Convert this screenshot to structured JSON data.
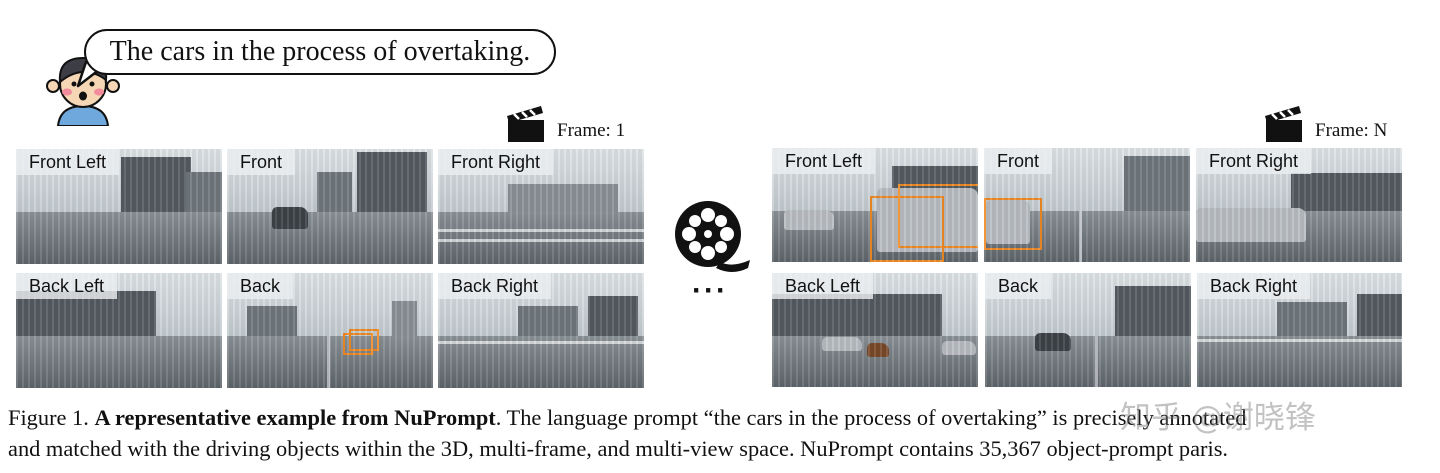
{
  "speech_bubble": "The cars in the process of overtaking.",
  "frames": [
    {
      "label": "Frame: 1",
      "views": [
        "Front Left",
        "Front",
        "Front Right",
        "Back Left",
        "Back",
        "Back Right"
      ]
    },
    {
      "label": "Frame: N",
      "views": [
        "Front Left",
        "Front",
        "Front Right",
        "Back Left",
        "Back",
        "Back Right"
      ]
    }
  ],
  "ellipsis": "···",
  "caption": {
    "prefix": "Figure 1. ",
    "bold": "A representative example from NuPrompt",
    "line1_rest": ". The language prompt “the cars in the process of overtaking” is precisely annotated",
    "line2": "and matched with the driving objects within the 3D, multi-frame, and multi-view space. NuPrompt contains 35,367 object-prompt paris."
  },
  "watermark": "知乎 @谢晓锋",
  "colors": {
    "annotation_box": "#f08a24"
  },
  "icons": [
    "person-avatar-icon",
    "clapperboard-icon",
    "film-reel-icon"
  ]
}
